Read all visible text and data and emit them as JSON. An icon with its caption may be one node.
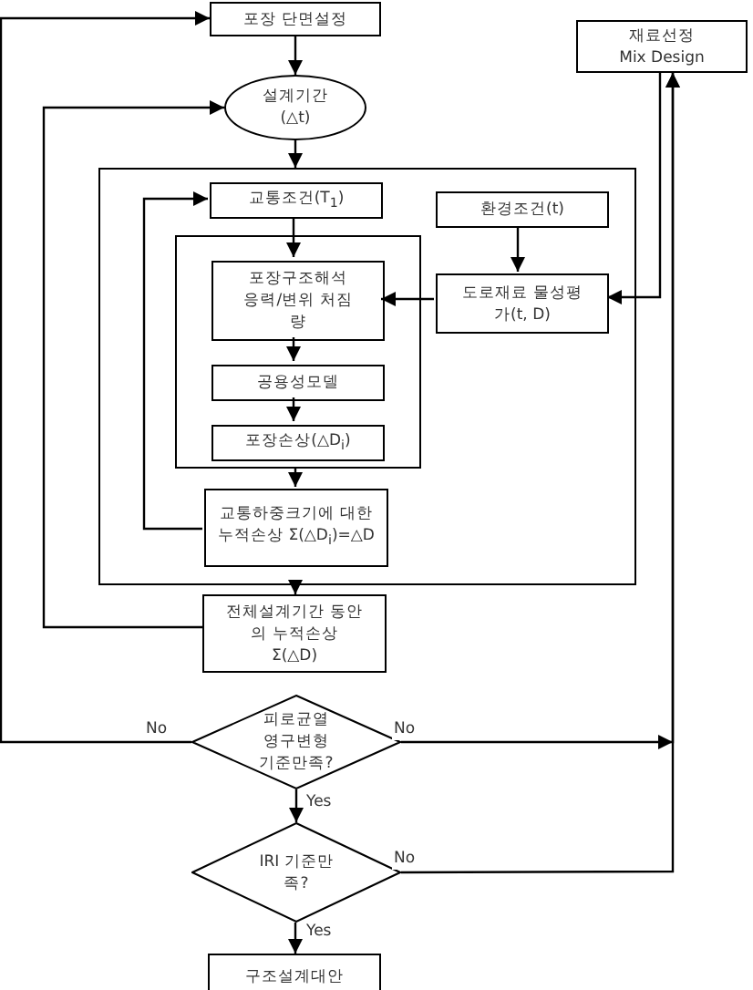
{
  "diagram": {
    "nodes": [
      {
        "text": [
          "포장 단면설정"
        ]
      },
      {
        "text": [
          "설계기간 (△t)"
        ]
      },
      {
        "text": [],
        "shape": "box"
      },
      {
        "text": [
          "교통조건(T$_{1}$)"
        ],
        "in": 2
      },
      {
        "text": [
          "환경조건(t)"
        ],
        "in": 2
      },
      {
        "text": [],
        "shape": "box",
        "in": 2
      },
      {
        "text": [
          "포장구조해석 응력/변위 처짐량"
        ],
        "in": 5
      },
      {
        "text": [
          "공용성모델"
        ],
        "in": 5
      },
      {
        "text": [
          "포장손상(△D$_{i}$)"
        ],
        "in": 5
      },
      {
        "text": [
          "도로재료 물성평가(t, D)"
        ],
        "in": 2
      },
      {
        "text": [
          "교통하중크기에 대한 누적손상 Σ(△D$_{i}$)=△D"
        ],
        "in": 2
      },
      {
        "text": [
          "재료선정 Mix Design"
        ]
      },
      {
        "text": [
          "전체설계기간 동안의 누적손상 Σ(△D)"
        ]
      },
      {
        "text": [
          "피로균열 영구변형 기준만족?"
        ]
      },
      {
        "text": [
          "IRI 기준만족?"
        ]
      },
      {
        "text": [
          "구조설계대안"
        ]
      }
    ],
    "edges": [
      {
        "from": 0,
        "to": 1,
        "arrow": "to"
      },
      {
        "from": 1,
        "to": 2,
        "arrow": "to"
      },
      {
        "from": 3,
        "to": 6,
        "arrow": "to"
      },
      {
        "from": 4,
        "to": 9,
        "arrow": "to"
      },
      {
        "from": 9,
        "to": 6,
        "arrow": "to"
      },
      {
        "from": 6,
        "to": 7,
        "arrow": "to"
      },
      {
        "from": 7,
        "to": 8,
        "arrow": "to"
      },
      {
        "from": 5,
        "to": 10,
        "arrow": "to"
      },
      {
        "from": 10,
        "to": 3,
        "arrow": "to"
      },
      {
        "from": 11,
        "to": 9,
        "arrow": "to"
      },
      {
        "from": 2,
        "to": 12,
        "arrow": "to"
      },
      {
        "from": 12,
        "to": 1,
        "arrow": "to"
      },
      {
        "from": 13,
        "to": 0,
        "arrow": "to",
        "label": "No"
      },
      {
        "from": 13,
        "to": 11,
        "arrow": "to",
        "label": "No"
      },
      {
        "from": 14,
        "to": 11,
        "arrow": "to",
        "label": "No"
      },
      {
        "from": 13,
        "to": 14,
        "arrow": "to",
        "label": "Yes"
      },
      {
        "from": 14,
        "to": 15,
        "arrow": "to",
        "label": "Yes"
      }
    ]
  }
}
